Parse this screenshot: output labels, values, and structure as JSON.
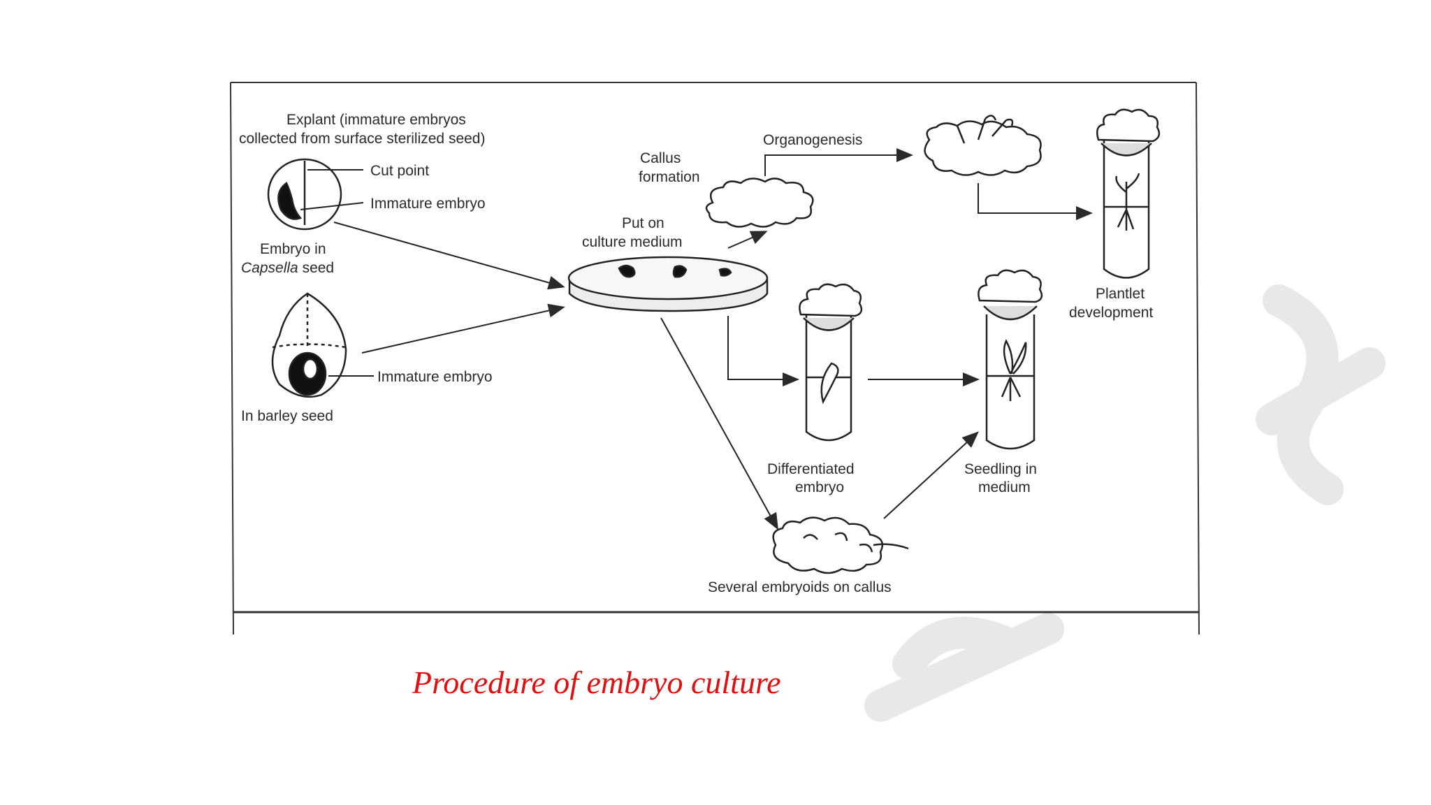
{
  "caption": "Procedure of embryo culture",
  "colors": {
    "caption": "#e01010",
    "ink": "#2a2a2a",
    "watermark": "#e6e6e6"
  },
  "diagram": {
    "labels": {
      "explant_1": "Explant (immature embryos",
      "explant_2": "collected from surface sterilized seed)",
      "cut_point": "Cut point",
      "immature_embryo_top": "Immature embryo",
      "embryo_in": "Embryo in",
      "capsella": "Capsella",
      "seed_word": "seed",
      "immature_embryo_bottom": "Immature embryo",
      "barley_seed": "In barley seed",
      "put_on_1": "Put on",
      "put_on_2": "culture medium",
      "callus_1": "Callus",
      "callus_2": "formation",
      "organogenesis": "Organogenesis",
      "plantlet_1": "Plantlet",
      "plantlet_2": "development",
      "diff_1": "Differentiated",
      "diff_2": "embryo",
      "seedling_1": "Seedling in",
      "seedling_2": "medium",
      "embryoids": "Several embryoids on callus"
    }
  }
}
